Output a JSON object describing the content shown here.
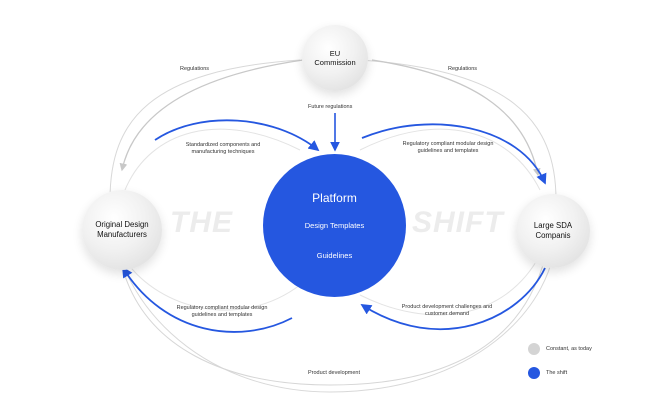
{
  "nodes": {
    "eu": {
      "line1": "EU",
      "line2": "Commission"
    },
    "odm": {
      "line1": "Original Design",
      "line2": "Manufacturers"
    },
    "sda": {
      "line1": "Large SDA",
      "line2": "Companis"
    },
    "platform": {
      "title": "Platform",
      "item1": "Design Templates",
      "item2": "Guidelines"
    }
  },
  "labels": {
    "regulations_left": "Regulations",
    "regulations_right": "Regulations",
    "future_regulations": "Future regulations",
    "standardized_1": "Standardized components and",
    "standardized_2": "manufacturing techniques",
    "compliant_top_1": "Regulatory compliant modular design",
    "compliant_top_2": "guidelines and templates",
    "compliant_bottom_1": "Regulatory compliant modular design",
    "compliant_bottom_2": "guidelines and templates",
    "challenges_1": "Product development challenges and",
    "challenges_2": "customer demand",
    "product_development": "Product development"
  },
  "watermark": {
    "left": "THE",
    "right": "SHIFT"
  },
  "legend": {
    "constant": "Constant, as today",
    "shift": "The shift"
  },
  "colors": {
    "blue": "#2557e0",
    "grey": "#d4d4d4",
    "line_grey": "#cfcfcf"
  }
}
